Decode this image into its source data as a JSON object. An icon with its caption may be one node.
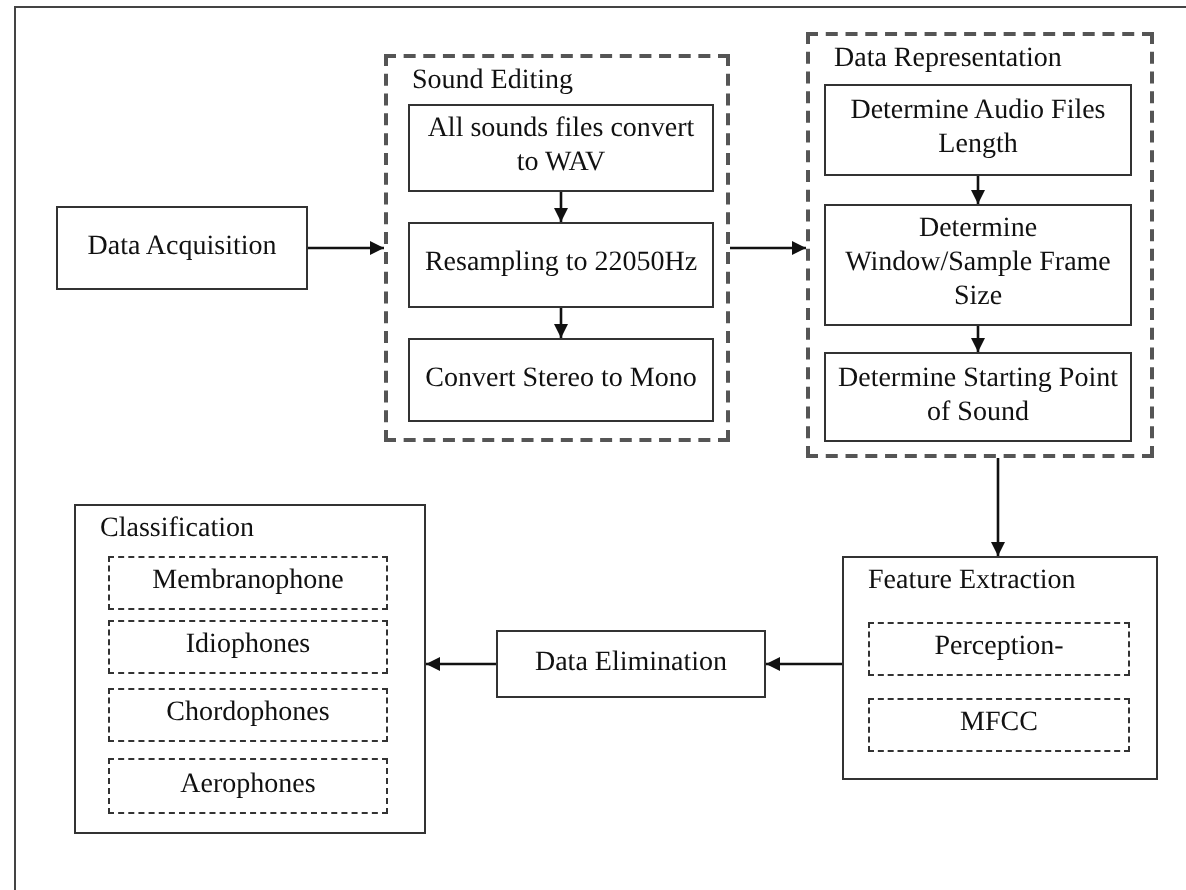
{
  "diagram": {
    "nodes": [
      {
        "text": [
          "Data Acquisition"
        ]
      },
      {
        "text": [
          "Sound Editing"
        ]
      },
      {
        "text": [
          "All sounds files convert to WAV"
        ],
        "in": 1
      },
      {
        "text": [
          "Resampling to 22050Hz"
        ],
        "in": 1
      },
      {
        "text": [
          "Convert Stereo to Mono"
        ],
        "in": 1
      },
      {
        "text": [
          "Data Representation"
        ]
      },
      {
        "text": [
          "Determine Audio Files Length"
        ],
        "in": 5
      },
      {
        "text": [
          "Determine Window/Sample Frame Size"
        ],
        "in": 5
      },
      {
        "text": [
          "Determine Starting Point of Sound"
        ],
        "in": 5
      },
      {
        "text": [
          "Feature Extraction"
        ]
      },
      {
        "text": [
          "Perception-"
        ],
        "in": 9
      },
      {
        "text": [
          "MFCC"
        ],
        "in": 9
      },
      {
        "text": [
          "Data Elimination"
        ]
      },
      {
        "text": [
          "Classification"
        ]
      },
      {
        "text": [
          "Membranophone"
        ],
        "in": 13
      },
      {
        "text": [
          "Idiophones"
        ],
        "in": 13
      },
      {
        "text": [
          "Chordophones"
        ],
        "in": 13
      },
      {
        "text": [
          "Aerophones"
        ],
        "in": 13
      }
    ],
    "edges": [
      {
        "from": 0,
        "to": 1,
        "arrow": "to"
      },
      {
        "from": 2,
        "to": 3,
        "arrow": "to"
      },
      {
        "from": 3,
        "to": 4,
        "arrow": "to"
      },
      {
        "from": 1,
        "to": 5,
        "arrow": "to"
      },
      {
        "from": 6,
        "to": 7,
        "arrow": "to"
      },
      {
        "from": 7,
        "to": 8,
        "arrow": "to"
      },
      {
        "from": 5,
        "to": 9,
        "arrow": "to"
      },
      {
        "from": 9,
        "to": 12,
        "arrow": "to"
      },
      {
        "from": 12,
        "to": 13,
        "arrow": "to"
      }
    ]
  }
}
